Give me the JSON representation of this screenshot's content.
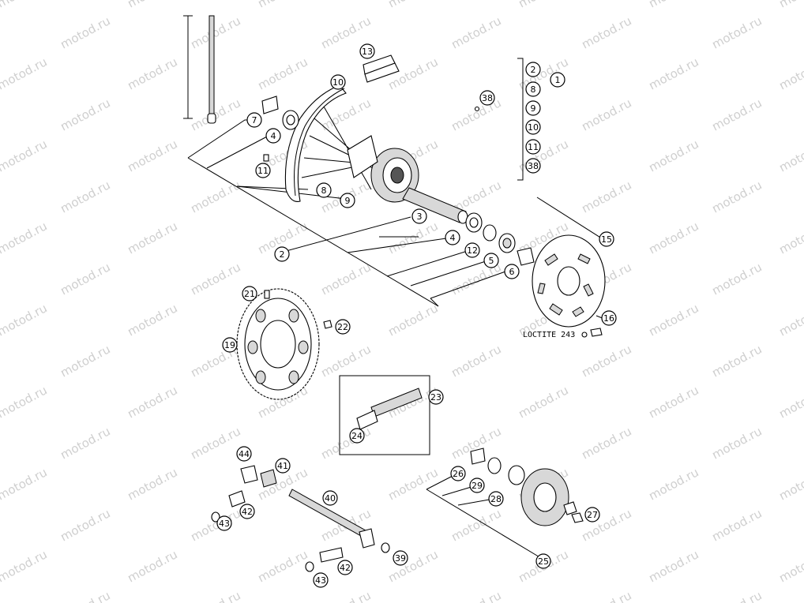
{
  "watermark": "motod.ru",
  "note": "LOCTITE 243",
  "callouts": [
    "1",
    "2",
    "8",
    "9",
    "10",
    "11",
    "38",
    "13",
    "10",
    "38",
    "7",
    "4",
    "11",
    "8",
    "9",
    "3",
    "2",
    "4",
    "12",
    "5",
    "6",
    "15",
    "21",
    "22",
    "19",
    "16",
    "23",
    "24",
    "44",
    "41",
    "40",
    "42",
    "43",
    "42",
    "43",
    "39",
    "26",
    "29",
    "28",
    "27",
    "25"
  ]
}
